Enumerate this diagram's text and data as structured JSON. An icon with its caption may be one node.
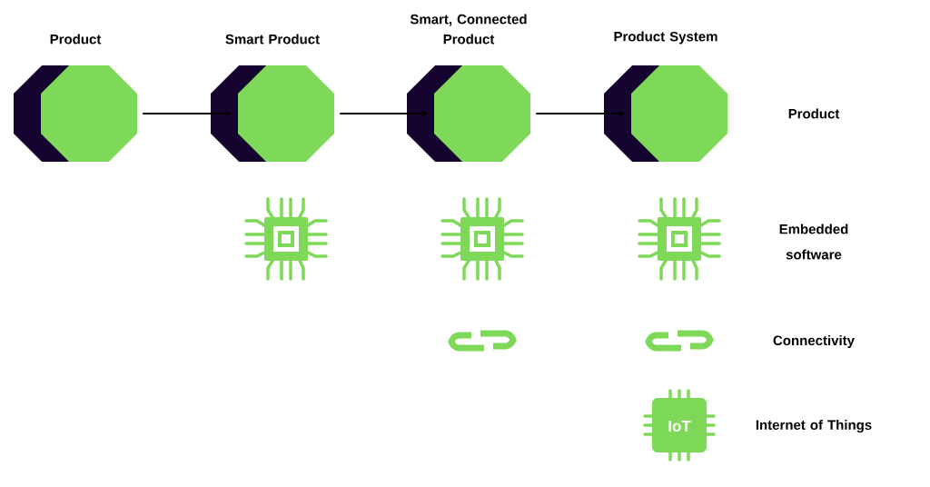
{
  "diagram": {
    "nodes": [
      {
        "text": [
          "Product"
        ]
      },
      {
        "text": [
          "Smart Product"
        ]
      },
      {
        "text": [
          "Smart, Connected Product"
        ]
      },
      {
        "text": [
          "Product System"
        ]
      }
    ],
    "edges": [
      {
        "from": 0,
        "to": 1,
        "arrow": "to"
      },
      {
        "from": 1,
        "to": 2,
        "arrow": "to"
      },
      {
        "from": 2,
        "to": 3,
        "arrow": "to"
      }
    ],
    "labels": [
      "Product",
      "Embedded software",
      "IoT",
      "Connectivity",
      "Internet of Things"
    ]
  }
}
